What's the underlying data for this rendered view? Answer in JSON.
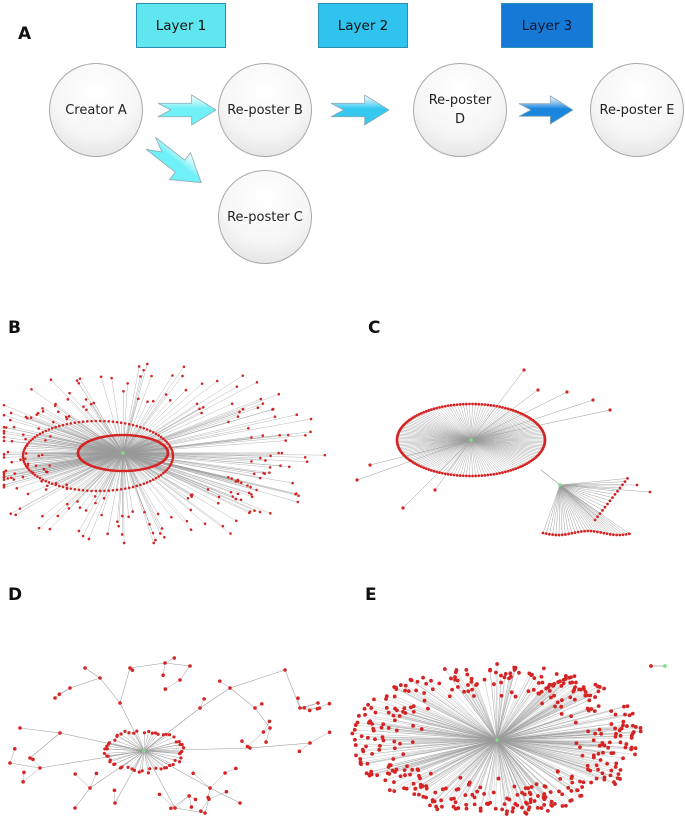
{
  "panel_labels": {
    "a": "A",
    "b": "B",
    "c": "C",
    "d": "D",
    "e": "E"
  },
  "layers": [
    {
      "label": "Layer 1",
      "color": "#5fe6ef"
    },
    {
      "label": "Layer 2",
      "color": "#2fc3ee"
    },
    {
      "label": "Layer 3",
      "color": "#1779d6"
    }
  ],
  "nodes": {
    "creator_a": "Creator A",
    "reposter_b": "Re-poster B",
    "reposter_c": "Re-poster C",
    "reposter_d": "Re-poster D",
    "reposter_e": "Re-poster E"
  },
  "arrow_colors": {
    "layer1": "#70f0f7",
    "layer2": "#35c9f0",
    "layer3": "#1b86dd"
  },
  "network_colors": {
    "edge": "#9a9a9a",
    "node": "#d42424",
    "hub": "#7fdc8a"
  }
}
